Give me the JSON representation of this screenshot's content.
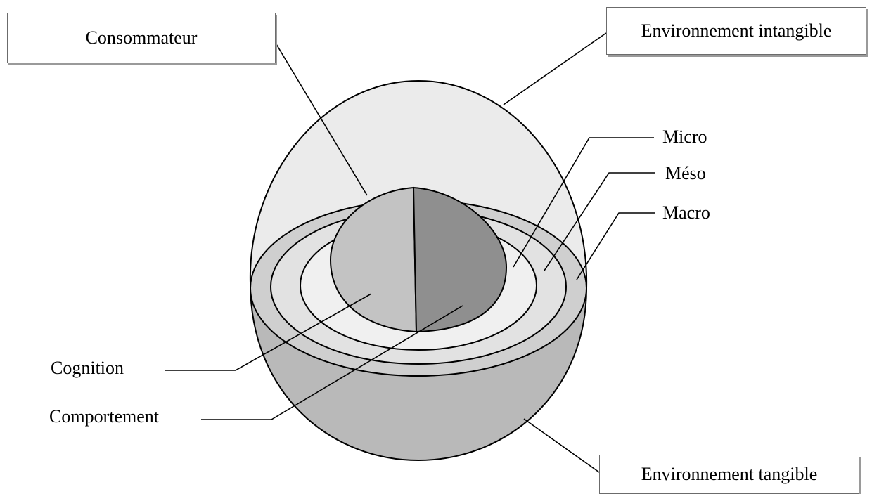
{
  "labels": {
    "consommateur": "Consommateur",
    "env_intangible": "Environnement intangible",
    "env_tangible": "Environnement tangible",
    "micro": "Micro",
    "meso": "Méso",
    "macro": "Macro",
    "cognition": "Cognition",
    "comportement": "Comportement"
  },
  "colors": {
    "outer_dome": "#e8e8e8",
    "bowl": "#b9b9b9",
    "macro_ring": "#cfcfcf",
    "meso_ring": "#e2e2e2",
    "micro_ring": "#f0f0f0",
    "cognition_half": "#c3c3c3",
    "comportement_half": "#8f8f8f",
    "line": "#000000"
  }
}
